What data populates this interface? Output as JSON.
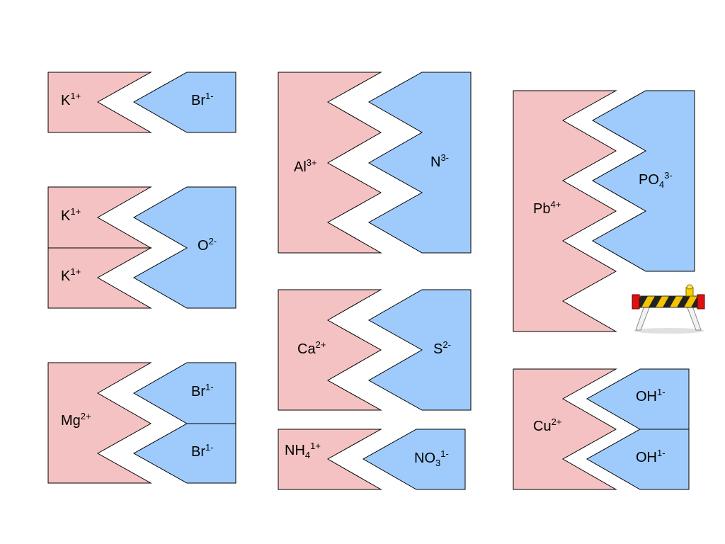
{
  "colors": {
    "cation": "#f4c2c2",
    "anion": "#9ecbfb",
    "stroke": "#000000"
  },
  "icon": "construction-barrier-icon",
  "ions": {
    "k_br": {
      "cation": {
        "base": "K",
        "charge": "1+"
      },
      "anion": {
        "base": "Br",
        "charge": "1-"
      }
    },
    "k2_o": {
      "cation_top": {
        "base": "K",
        "charge": "1+"
      },
      "cation_bottom": {
        "base": "K",
        "charge": "1+"
      },
      "anion": {
        "base": "O",
        "charge": "2-"
      }
    },
    "mg_br2": {
      "cation": {
        "base": "Mg",
        "charge": "2+"
      },
      "anion_top": {
        "base": "Br",
        "charge": "1-"
      },
      "anion_bottom": {
        "base": "Br",
        "charge": "1-"
      }
    },
    "al_n": {
      "cation": {
        "base": "Al",
        "charge": "3+"
      },
      "anion": {
        "base": "N",
        "charge": "3-"
      }
    },
    "ca_s": {
      "cation": {
        "base": "Ca",
        "charge": "2+"
      },
      "anion": {
        "base": "S",
        "charge": "2-"
      }
    },
    "nh4_no3": {
      "cation": {
        "base": "NH",
        "sub": "4",
        "charge": "1+"
      },
      "anion": {
        "base": "NO",
        "sub": "3",
        "charge": "1-"
      }
    },
    "pb_po4": {
      "cation": {
        "base": "Pb",
        "charge": "4+"
      },
      "anion": {
        "base": "PO",
        "sub": "4",
        "charge": "3-"
      }
    },
    "cu_oh2": {
      "cation": {
        "base": "Cu",
        "charge": "2+"
      },
      "anion_top": {
        "base": "OH",
        "charge": "1-"
      },
      "anion_bottom": {
        "base": "OH",
        "charge": "1-"
      }
    }
  }
}
